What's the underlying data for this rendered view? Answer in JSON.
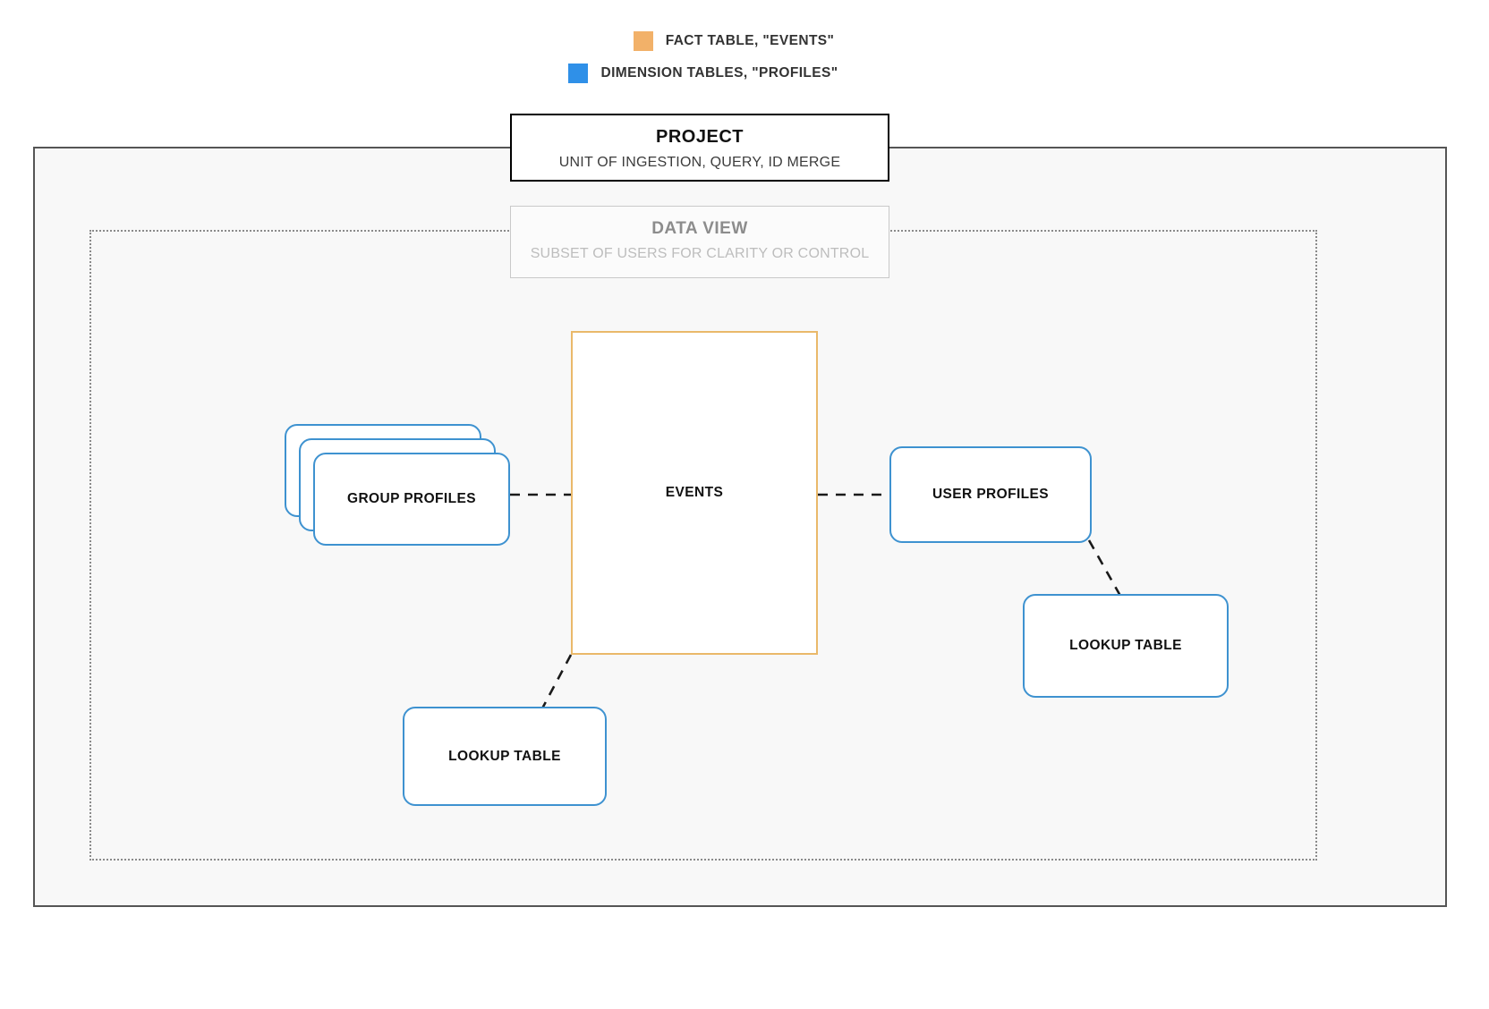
{
  "legend": {
    "items": [
      {
        "label": "FACT TABLE, \"EVENTS\"",
        "color": "#f2b169",
        "icon": "orange-square-swatch"
      },
      {
        "label": "DIMENSION TABLES, \"PROFILES\"",
        "color": "#2f90e8",
        "icon": "blue-square-swatch"
      }
    ]
  },
  "project": {
    "title": "PROJECT",
    "subtitle": "UNIT OF INGESTION, QUERY, ID MERGE"
  },
  "data_view": {
    "title": "DATA VIEW",
    "subtitle": "SUBSET OF USERS FOR CLARITY OR CONTROL"
  },
  "nodes": {
    "events": {
      "label": "EVENTS",
      "border_color": "#eab96a",
      "kind": "fact-table"
    },
    "group_profiles": {
      "label": "GROUP PROFILES",
      "border_color": "#3e92d0",
      "kind": "dimension-table-stack",
      "card_count": 3
    },
    "user_profiles": {
      "label": "USER PROFILES",
      "border_color": "#3e92d0",
      "kind": "dimension-table"
    },
    "lookup_table_left": {
      "label": "LOOKUP TABLE",
      "border_color": "#3e92d0",
      "kind": "lookup-table"
    },
    "lookup_table_right": {
      "label": "LOOKUP TABLE",
      "border_color": "#3e92d0",
      "kind": "lookup-table"
    }
  },
  "connectors": [
    {
      "from": "group_profiles",
      "to": "events",
      "style": "dashed"
    },
    {
      "from": "events",
      "to": "user_profiles",
      "style": "dashed"
    },
    {
      "from": "events",
      "to": "lookup_table_left",
      "style": "dashed"
    },
    {
      "from": "user_profiles",
      "to": "lookup_table_right",
      "style": "dashed"
    }
  ],
  "colors": {
    "fact_orange": "#eab96a",
    "dimension_blue": "#3e92d0",
    "container_border": "#555555",
    "container_fill": "#f8f8f8",
    "dataview_border": "#c9c9c9",
    "muted_text": "#bdbdbd"
  }
}
